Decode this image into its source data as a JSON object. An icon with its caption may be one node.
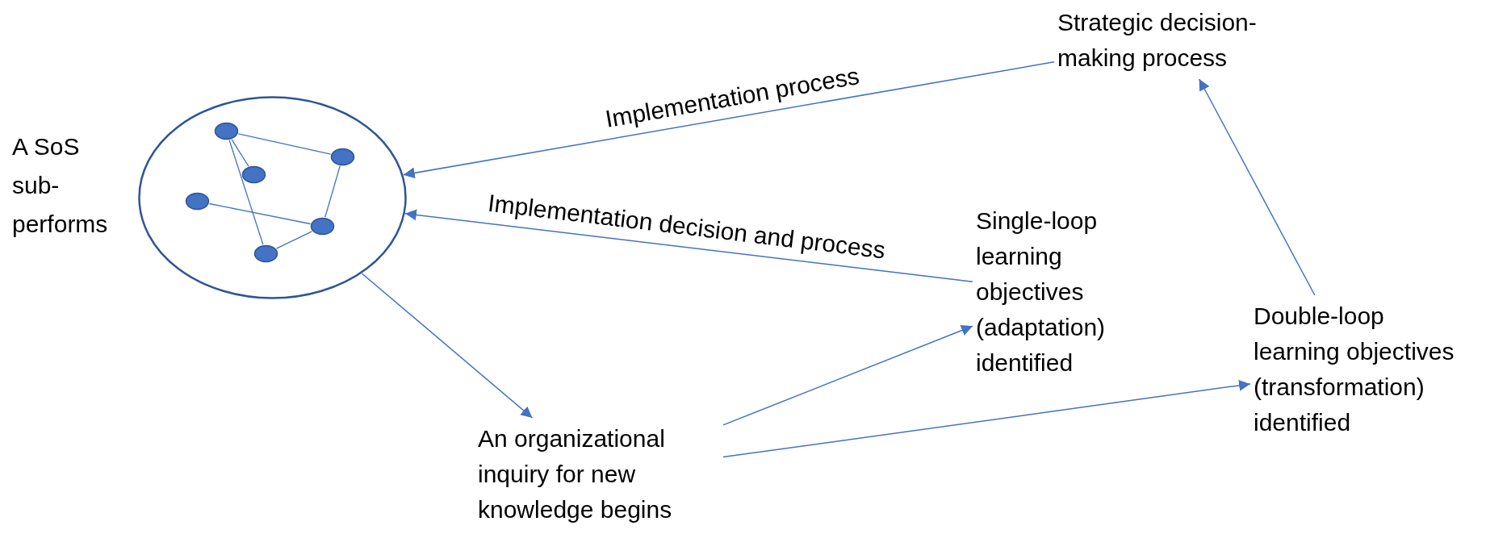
{
  "diagram": {
    "nodes": [
      {
        "text": [],
        "shape": "circle",
        "beside": [
          "A SoS sub-performs"
        ]
      },
      {
        "text": [],
        "shape": "circle",
        "in": 0
      },
      {
        "text": [],
        "shape": "circle",
        "in": 0
      },
      {
        "text": [],
        "shape": "circle",
        "in": 0
      },
      {
        "text": [],
        "shape": "circle",
        "in": 0
      },
      {
        "text": [],
        "shape": "circle",
        "in": 0
      },
      {
        "text": [],
        "shape": "circle",
        "in": 0
      },
      {
        "text": [
          "Strategic decision-making process"
        ]
      },
      {
        "text": [
          "Single-loop learning objectives (adaptation) identified"
        ]
      },
      {
        "text": [
          "An organizational inquiry for new knowledge begins"
        ]
      },
      {
        "text": [
          "Double-loop learning objectives (transformation) identified"
        ]
      }
    ],
    "edges": [
      {
        "from": 7,
        "to": 0,
        "arrow": "to",
        "label": "Implementation process"
      },
      {
        "from": 8,
        "to": 0,
        "arrow": "to",
        "label": "Implementation decision and process"
      },
      {
        "from": 0,
        "to": 9,
        "arrow": "to"
      },
      {
        "from": 9,
        "to": 8,
        "arrow": "to"
      },
      {
        "from": 9,
        "to": 10,
        "arrow": "to"
      },
      {
        "from": 10,
        "to": 7,
        "arrow": "to"
      },
      {
        "from": 1,
        "to": 2,
        "arrow": "none"
      },
      {
        "from": 1,
        "to": 3,
        "arrow": "none"
      },
      {
        "from": 1,
        "to": 6,
        "arrow": "none"
      },
      {
        "from": 2,
        "to": 5,
        "arrow": "none"
      },
      {
        "from": 4,
        "to": 5,
        "arrow": "none"
      },
      {
        "from": 5,
        "to": 6,
        "arrow": "none"
      }
    ]
  }
}
